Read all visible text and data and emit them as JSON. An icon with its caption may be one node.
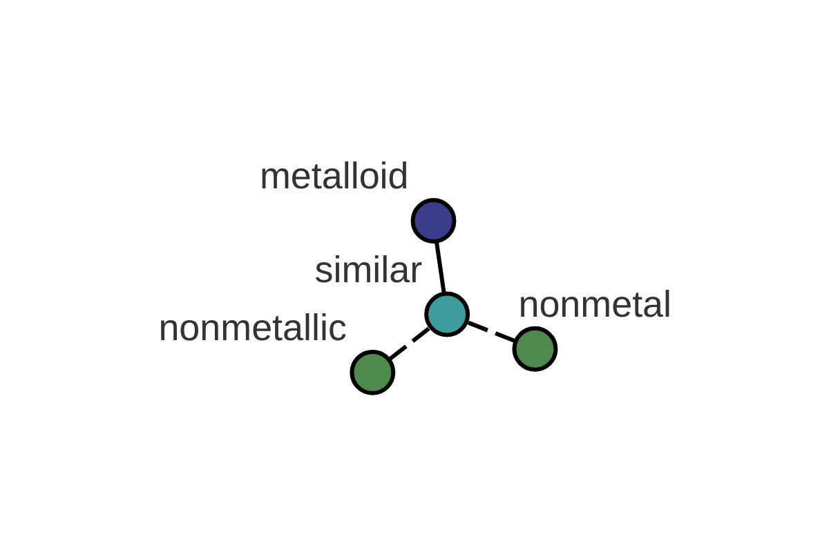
{
  "diagram": {
    "nodes": [
      {
        "text": [
          "nonmetallic"
        ]
      },
      {
        "text": [
          "nonmetal"
        ]
      },
      {
        "text": [
          "similar"
        ]
      },
      {
        "text": [
          "metalloid"
        ]
      }
    ],
    "edges": [
      {
        "from": 0,
        "to": 2,
        "arrow": "none",
        "style": "dashed"
      },
      {
        "from": 1,
        "to": 2,
        "arrow": "none",
        "style": "dashed"
      },
      {
        "from": 2,
        "to": 3,
        "arrow": "none"
      }
    ]
  }
}
